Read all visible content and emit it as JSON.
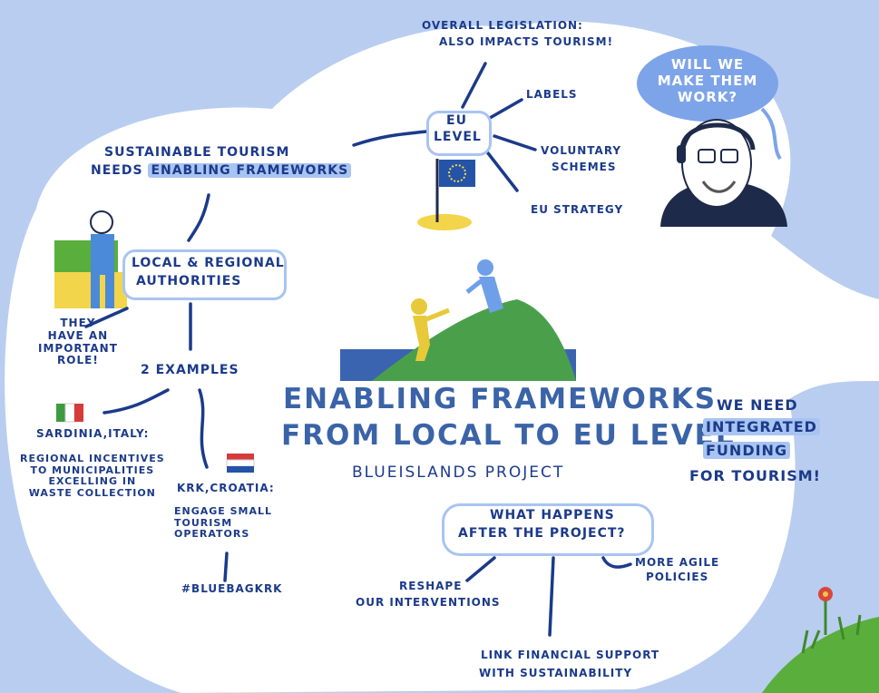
{
  "left_notes": {
    "main_line1": "SUSTAINABLE TOURISM",
    "main_line2_prefix": "NEEDS",
    "main_line2_hl": "ENABLING FRAMEWORKS",
    "authorities_line1": "LOCAL & REGIONAL",
    "authorities_line2": "AUTHORITIES",
    "role_lines": [
      "THEY",
      "HAVE AN",
      "IMPORTANT",
      "ROLE!"
    ],
    "examples": "2 EXAMPLES",
    "sardinia_title": "SARDINIA,ITALY:",
    "sardinia_lines": [
      "REGIONAL INCENTIVES",
      "TO MUNICIPALITIES",
      "EXCELLING IN",
      "WASTE COLLECTION"
    ],
    "krk_title": "KRK,CROATIA:",
    "krk_lines": [
      "ENGAGE SMALL",
      "TOURISM",
      "OPERATORS"
    ],
    "hashtag": "#BLUEBAGKRK"
  },
  "eu": {
    "box_line1": "EU",
    "box_line2": "LEVEL",
    "legislation_line1": "OVERALL LEGISLATION:",
    "legislation_line2": "ALSO IMPACTS TOURISM!",
    "labels": "LABELS",
    "voluntary_line1": "VOLUNTARY",
    "voluntary_line2": "SCHEMES",
    "strategy": "EU STRATEGY"
  },
  "speech_bubble": {
    "line1": "WILL WE",
    "line2": "MAKE THEM",
    "line3": "WORK?"
  },
  "center": {
    "title_line1": "ENABLING FRAMEWORKS",
    "title_line2": "FROM LOCAL TO EU LEVEL",
    "project": "BLUEISLANDS PROJECT",
    "question_line1": "WHAT HAPPENS",
    "question_line2": "AFTER THE PROJECT?",
    "reshape_line1": "RESHAPE",
    "reshape_line2": "OUR INTERVENTIONS",
    "agile_line1": "MORE AGILE",
    "agile_line2": "POLICIES",
    "link_line1": "LINK FINANCIAL SUPPORT",
    "link_line2": "WITH SUSTAINABILITY"
  },
  "right_notes": {
    "line1": "WE NEED",
    "line2": "INTEGRATED",
    "line3": "FUNDING",
    "line4": "FOR TOURISM!"
  },
  "colors": {
    "background": "#b9cdf0",
    "cloud": "#ffffff",
    "ink": "#1b3a8a",
    "highlight": "#a8c4f2",
    "title": "#3a63a8",
    "island": "#4aa04a",
    "sea": "#3b64b0",
    "figure_yellow": "#e8c93a"
  }
}
